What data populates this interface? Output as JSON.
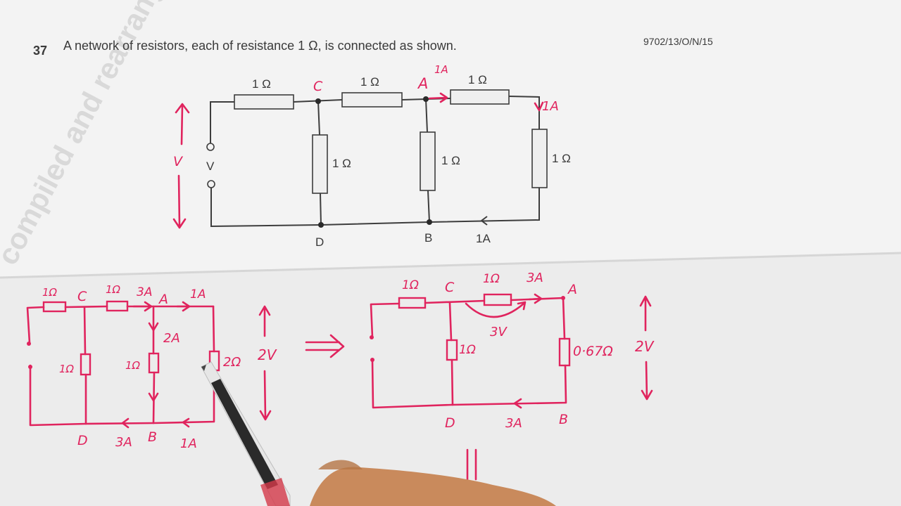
{
  "question": {
    "number": "37",
    "text": "A network of resistors, each of resistance 1 Ω, is connected as shown.",
    "code": "9702/13/O/N/15"
  },
  "watermark": "compiled and rearrang",
  "printed_circuit": {
    "resistor_label": "1 Ω",
    "node_c": "C",
    "node_a": "A",
    "node_b": "B",
    "node_d": "D",
    "voltage": "V",
    "current": "1A"
  },
  "annotations_top": {
    "arrow_v": "V",
    "current_a": "1A",
    "current_right": "1A"
  },
  "sketch_left": {
    "r1": "1Ω",
    "c": "C",
    "r2": "1Ω",
    "i3": "3A",
    "a": "A",
    "i1": "1A",
    "i2": "2A",
    "rv1": "1Ω",
    "rv2": "1Ω",
    "rv3": "2Ω",
    "v": "2V",
    "d": "D",
    "i3b": "3A",
    "b": "B",
    "i1b": "1A"
  },
  "sketch_right": {
    "r1": "1Ω",
    "c": "C",
    "r2": "1Ω",
    "i3": "3A",
    "a": "A",
    "v3": "3V",
    "rv1": "1Ω",
    "req": "0·67Ω",
    "v": "2V",
    "d": "D",
    "i3b": "3A",
    "b": "B"
  },
  "colors": {
    "paper": "#f2f2f2",
    "ink": "#e0245e",
    "print": "#3a3a3a"
  }
}
